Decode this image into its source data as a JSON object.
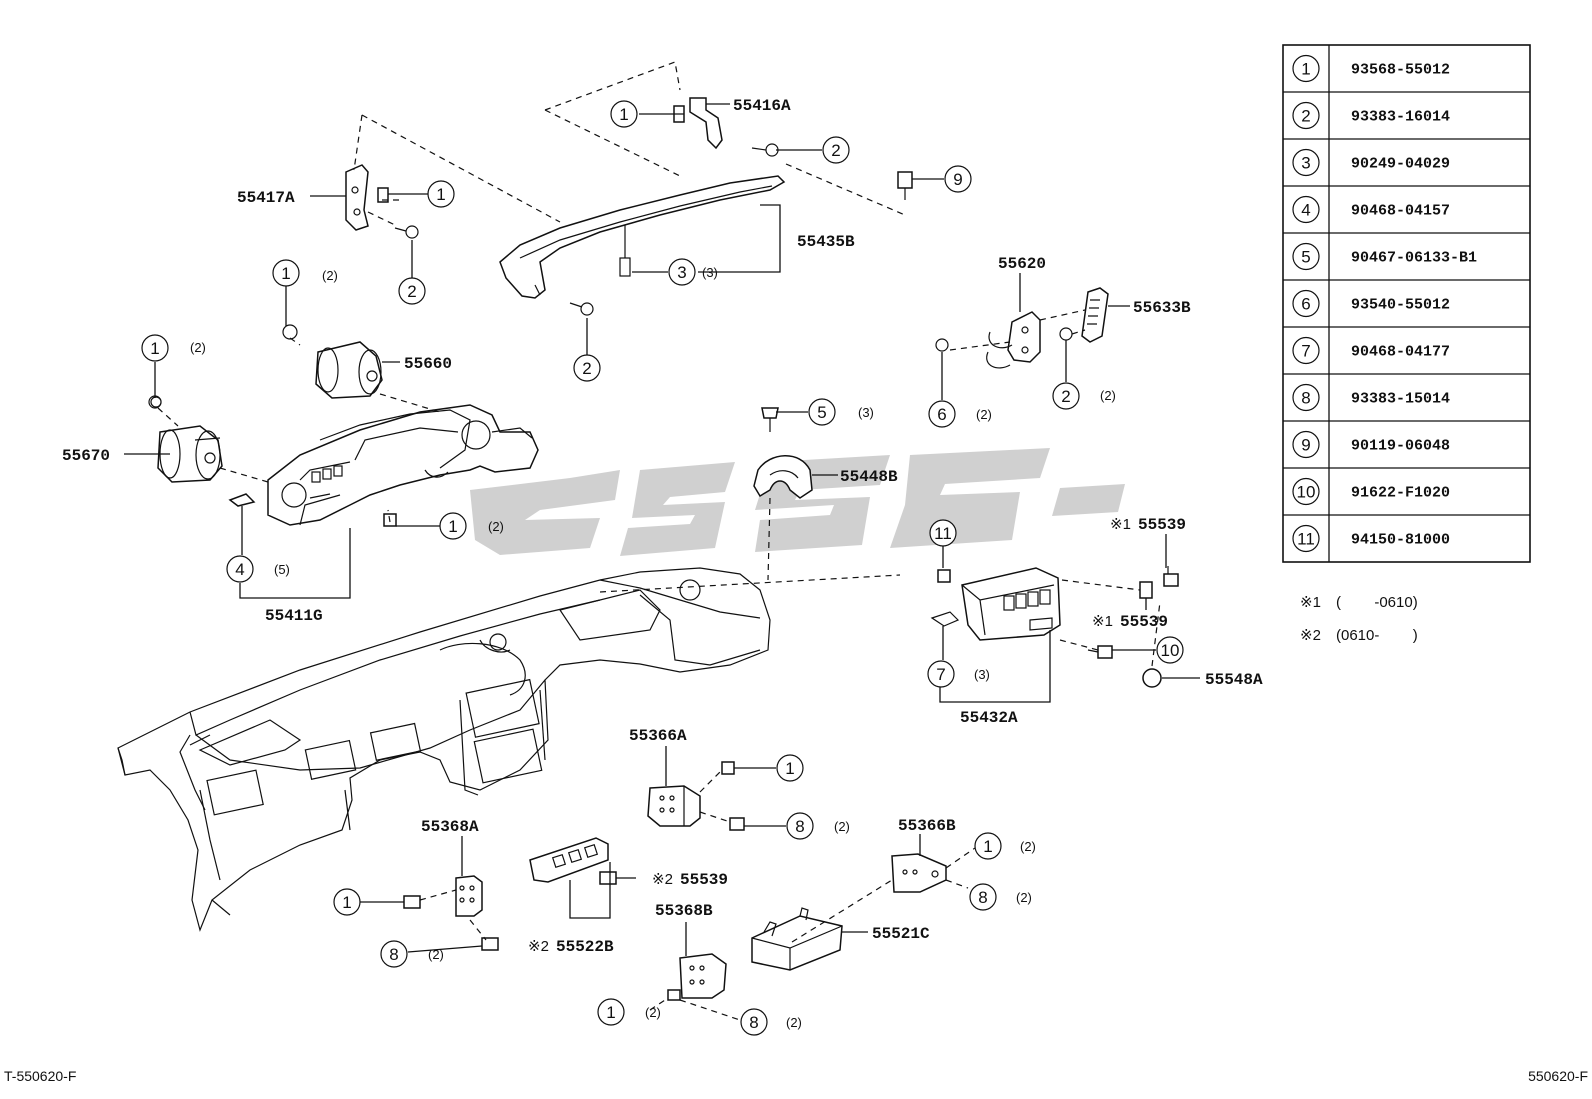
{
  "table": [
    {
      "num": "1",
      "part": "93568-55012"
    },
    {
      "num": "2",
      "part": "93383-16014"
    },
    {
      "num": "3",
      "part": "90249-04029"
    },
    {
      "num": "4",
      "part": "90468-04157"
    },
    {
      "num": "5",
      "part": "90467-06133-B1"
    },
    {
      "num": "6",
      "part": "93540-55012"
    },
    {
      "num": "7",
      "part": "90468-04177"
    },
    {
      "num": "8",
      "part": "93383-15014"
    },
    {
      "num": "9",
      "part": "90119-06048"
    },
    {
      "num": "10",
      "part": "91622-F1020"
    },
    {
      "num": "11",
      "part": "94150-81000"
    }
  ],
  "notes": [
    {
      "mark": "※1",
      "text": "(        -0610)"
    },
    {
      "mark": "※2",
      "text": "(0610-        )"
    }
  ],
  "part_labels": {
    "p55416A": "55416A",
    "p55417A": "55417A",
    "p55435B": "55435B",
    "p55660": "55660",
    "p55670": "55670",
    "p55411G": "55411G",
    "p55620": "55620",
    "p55633B": "55633B",
    "p55448B": "55448B",
    "p55539a": "55539",
    "p55539b": "55539",
    "p55432A": "55432A",
    "p55548A": "55548A",
    "p55366A": "55366A",
    "p55368A": "55368A",
    "p55539c": "55539",
    "p55522B": "55522B",
    "p55366B": "55366B",
    "p55368B": "55368B",
    "p55521C": "55521C"
  },
  "marks": {
    "note1": "※1",
    "note2": "※2"
  },
  "callout_numbers": {
    "c1": "1",
    "c2": "2",
    "c3": "3",
    "c4": "4",
    "c5": "5",
    "c6": "6",
    "c7": "7",
    "c8": "8",
    "c9": "9",
    "c10": "10",
    "c11": "11"
  },
  "quantities": {
    "q2": "(2)",
    "q3": "(3)",
    "q5": "(5)"
  },
  "footer": {
    "left": "T-550620-F",
    "right": "550620-F"
  }
}
